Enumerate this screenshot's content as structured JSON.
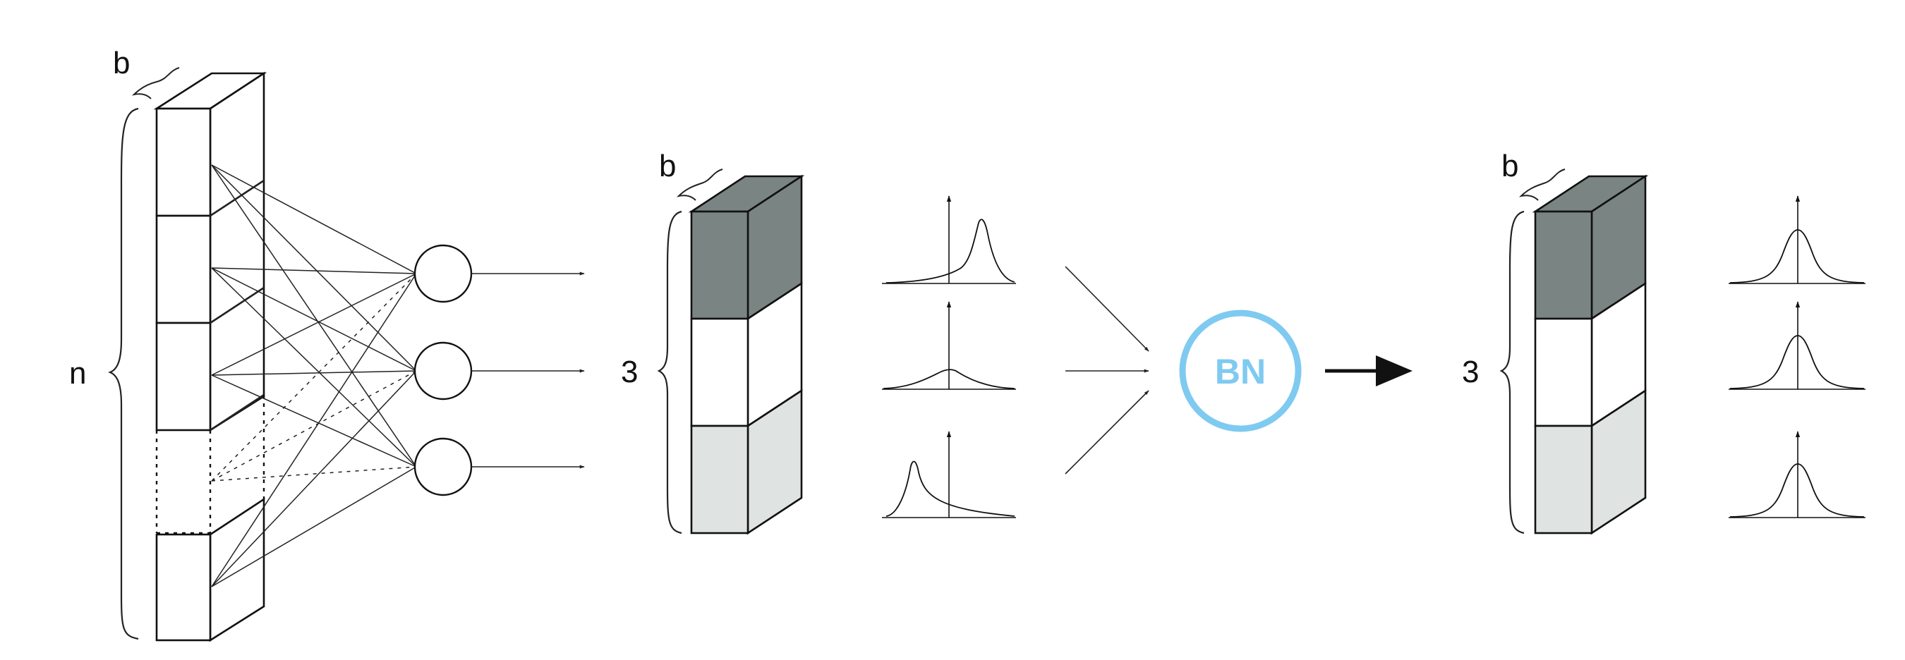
{
  "labels": {
    "input_depth": "b",
    "input_count": "n",
    "mid_depth": "b",
    "mid_count": "3",
    "out_depth": "b",
    "out_count": "3"
  },
  "bn_block": {
    "label": "BN",
    "ring_color": "#7fcaf0",
    "text_color": "#7fcaf0"
  },
  "colors": {
    "stroke": "#111111",
    "channel_1": "#7a8482",
    "channel_2": "#ffffff",
    "channel_3": "#dfe3e1"
  },
  "distributions_before": [
    "right-skewed-peak",
    "wide-gaussian",
    "left-skewed-peak"
  ],
  "distributions_after": [
    "standard-gaussian",
    "standard-gaussian",
    "standard-gaussian"
  ]
}
